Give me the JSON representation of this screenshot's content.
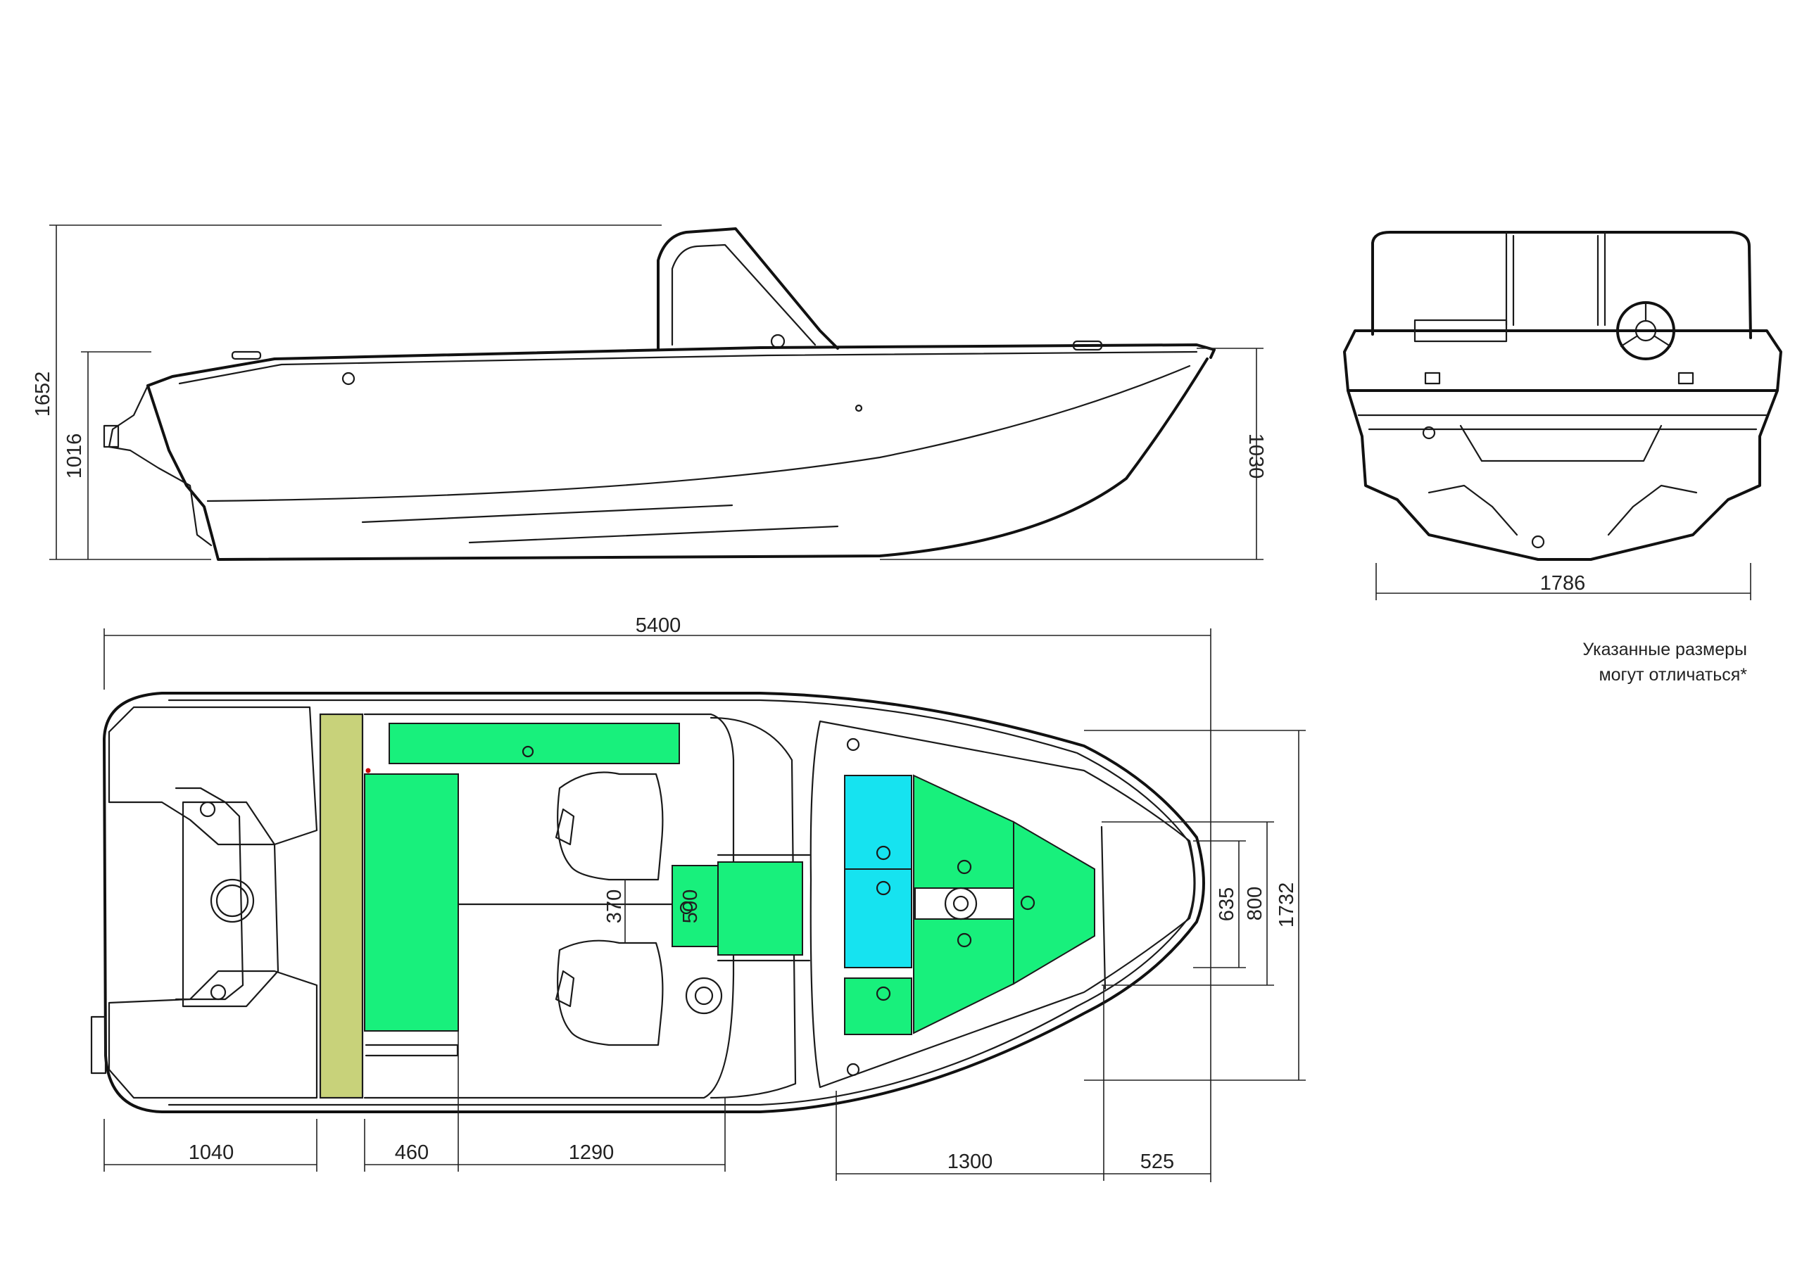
{
  "dimensions": {
    "overall_height": "1652",
    "hull_height": "1016",
    "bow_height": "1030",
    "beam": "1786",
    "overall_length": "5400",
    "stern_section": "1040",
    "bench_depth": "460",
    "cockpit_length": "1290",
    "seat_spacing": "370",
    "console_width": "500",
    "bow_deck_length": "1300",
    "bow_tip_length": "525",
    "bow_inner_width": "635",
    "bow_deck_width": "800",
    "interior_width": "1732"
  },
  "note": {
    "line1": "Указанные размеры",
    "line2": "могут отличаться*"
  },
  "colors": {
    "storage_green": "#18f07c",
    "storage_blue": "#16e3f0",
    "transom_bench": "#c8d27a",
    "outline": "#1a1a1a"
  }
}
